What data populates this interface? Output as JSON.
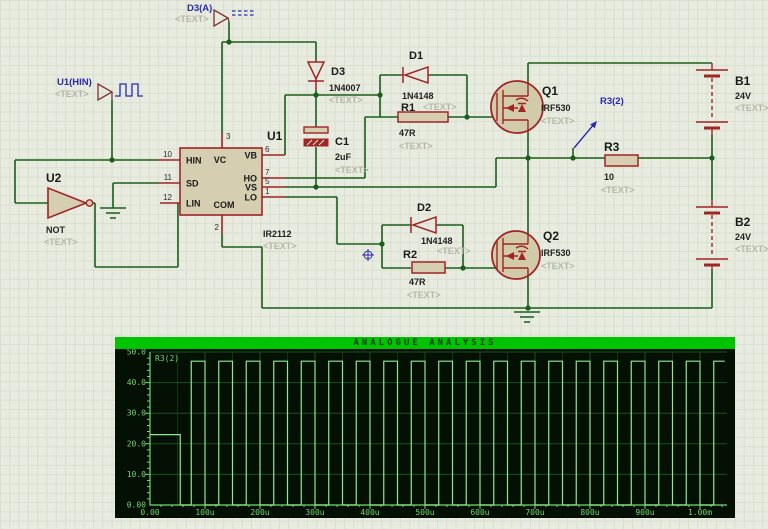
{
  "colors": {
    "wire_green": "#1b5e1b",
    "component_red": "#a02525",
    "component_fill": "#d5ceb0",
    "placeholder_grey": "#b6b6a6",
    "probe_blue": "#2a2ab0",
    "generator_maroon": "#7a3434",
    "graph_titlebar_green": "#00c400",
    "graph_title_text": "#053f05",
    "graph_bg": "#041004",
    "graph_grid": "#1c4f1c",
    "graph_grid_minor": "#123512",
    "graph_axis": "#72d872",
    "graph_label_green": "#6fd66f",
    "graph_trace": "#8fe98f"
  },
  "schematic": {
    "generators": {
      "hin": {
        "label": "U1(HIN)",
        "text": "<TEXT>"
      },
      "d3a": {
        "label": "D3(A)",
        "text": "<TEXT>"
      }
    },
    "probe_label": "R3(2)",
    "ic": {
      "ref": "U1",
      "part": "IR2112",
      "text": "<TEXT>",
      "left_pins": [
        {
          "num": "10",
          "name": "HIN"
        },
        {
          "num": "11",
          "name": "SD"
        },
        {
          "num": "12",
          "name": "LIN"
        }
      ],
      "right_pins": [
        {
          "num": "6",
          "name": "VB"
        },
        {
          "num": "7",
          "name": "HO"
        },
        {
          "num": "5",
          "name": "VS"
        },
        {
          "num": "1",
          "name": "LO"
        }
      ],
      "top_pin": {
        "num": "3",
        "name": "VC"
      },
      "bottom_pin": {
        "num": "2",
        "name": "COM"
      }
    },
    "components": {
      "u2": {
        "ref": "U2",
        "value": "NOT",
        "text": "<TEXT>"
      },
      "d3": {
        "ref": "D3",
        "value": "1N4007",
        "text": "<TEXT>"
      },
      "c1": {
        "ref": "C1",
        "value": "2uF",
        "text": "<TEXT>"
      },
      "d1": {
        "ref": "D1",
        "value": "1N4148",
        "text": "<TEXT>"
      },
      "r1": {
        "ref": "R1",
        "value": "47R",
        "text": "<TEXT>"
      },
      "d2": {
        "ref": "D2",
        "value": "1N4148",
        "text": "<TEXT>"
      },
      "r2": {
        "ref": "R2",
        "value": "47R",
        "text": "<TEXT>"
      },
      "r3": {
        "ref": "R3",
        "value": "10",
        "text": "<TEXT>"
      },
      "q1": {
        "ref": "Q1",
        "value": "IRF530",
        "text": "<TEXT>"
      },
      "q2": {
        "ref": "Q2",
        "value": "IRF530",
        "text": "<TEXT>"
      },
      "b1": {
        "ref": "B1",
        "value": "24V",
        "text": "<TEXT>"
      },
      "b2": {
        "ref": "B2",
        "value": "24V",
        "text": "<TEXT>"
      }
    }
  },
  "graph": {
    "title": "ANALOGUE ANALYSIS",
    "legend": "R3(2)"
  },
  "chart_data": {
    "type": "line",
    "title": "ANALOGUE ANALYSIS",
    "legend_entries": [
      "R3(2)"
    ],
    "legend_position": "top-left",
    "grid": true,
    "x_range_us": [
      0,
      1049
    ],
    "y_range_V": [
      0,
      50
    ],
    "xlabel_ticks": [
      "0.00",
      "100u",
      "200u",
      "300u",
      "400u",
      "500u",
      "600u",
      "700u",
      "800u",
      "900u",
      "1.00m"
    ],
    "ylabel_ticks": [
      "0.00",
      "10.0",
      "20.0",
      "30.0",
      "40.0",
      "50.0"
    ],
    "series": [
      {
        "name": "R3(2)",
        "waveform": "step",
        "initial_steps_us_V": [
          [
            0,
            23
          ],
          [
            55,
            0
          ]
        ],
        "pulse_train": {
          "first_rise_us": 75,
          "period_us": 50,
          "high_us": 25,
          "high_V": 47,
          "low_V": 0,
          "until_us": 1045
        }
      }
    ]
  }
}
